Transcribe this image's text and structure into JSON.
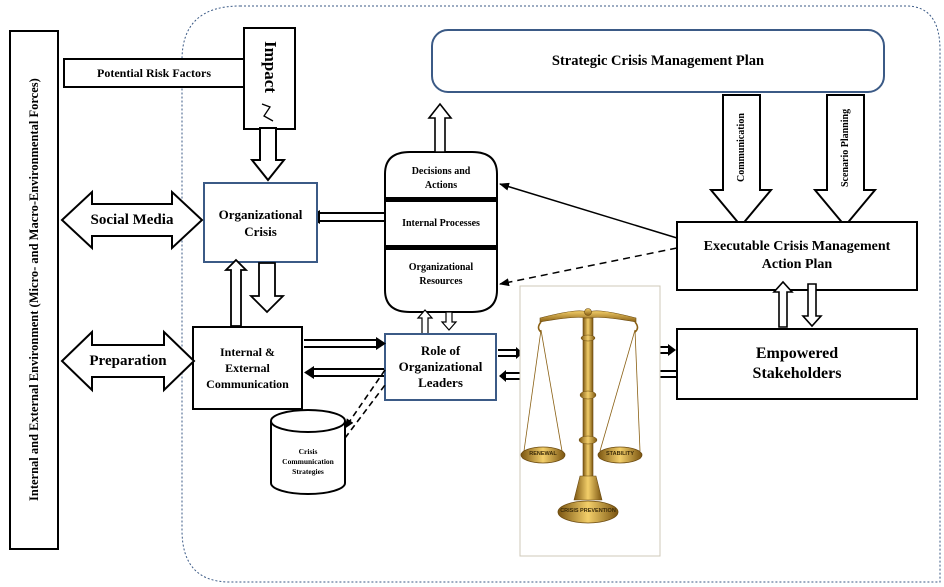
{
  "env_label": "Internal and External Environment (Micro- and Macro-Environmental Forces)",
  "risk_label": "Potential Risk Factors",
  "impact_label": "Impact",
  "plan_label": "Strategic Crisis Management Plan",
  "communication_label": "Communication",
  "scenario_label": "Scenario Planning",
  "action_plan_label": "Executable Crisis Management Action Plan",
  "stakeholders_label": "Empowered Stakeholders",
  "social_media_label": "Social Media",
  "preparation_label": "Preparation",
  "org_crisis_label": "Organizational Crisis",
  "int_ext_comm_label": "Internal & External Communication",
  "leaders_label": "Role of Organizational Leaders",
  "decisions_label": "Decisions and Actions",
  "processes_label": "Internal Processes",
  "resources_label": "Organizational Resources",
  "strategies_label": "Crisis Communication Strategies",
  "scale": {
    "renewal_label": "RENEWAL",
    "stability_label": "STABILITY",
    "prevention_label": "CRISIS PREVENTION"
  }
}
